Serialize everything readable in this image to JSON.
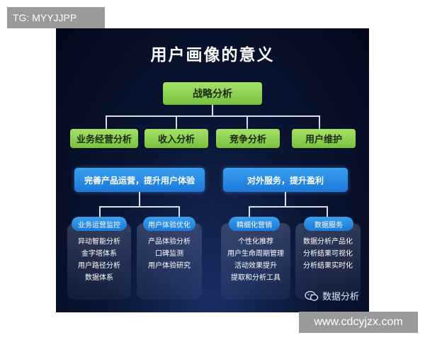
{
  "overlay": {
    "tg": "TG: MYYJJPP",
    "url": "www.cdcyjzx.com"
  },
  "panel": {
    "title": "用户画像的意义",
    "root": "战略分析",
    "level2": [
      "业务经营分析",
      "收入分析",
      "竞争分析",
      "用户维护"
    ],
    "level3": [
      "完善产品运营，提升用户体验",
      "对外服务，提升盈利"
    ],
    "level4": [
      {
        "label": "业务运营监控",
        "items": [
          "异动智能分析",
          "金字塔体系",
          "用户路径分析",
          "数据体系"
        ]
      },
      {
        "label": "用户体验优化",
        "items": [
          "产品体验分析",
          "口碑监测",
          "用户体验研究"
        ]
      },
      {
        "label": "精细化营销",
        "items": [
          "个性化推荐",
          "用户生命周期管理",
          "活动效果提升",
          "提取和分析工具"
        ]
      },
      {
        "label": "数据服务",
        "items": [
          "数据分析产品化",
          "分析结果可视化",
          "分析结果实时化"
        ]
      }
    ],
    "watermark": "数据分析"
  }
}
